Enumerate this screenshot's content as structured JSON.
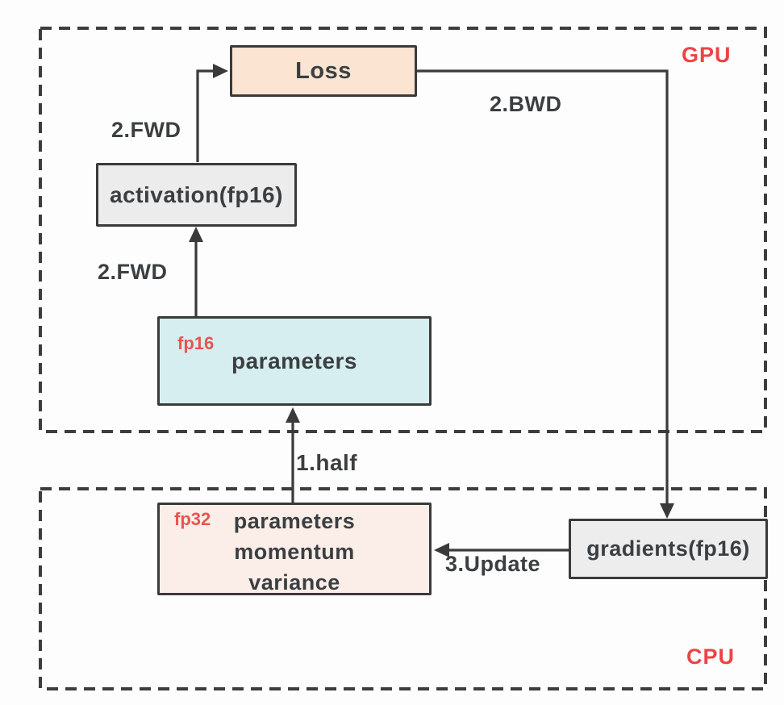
{
  "regions": {
    "gpu": {
      "label": "GPU"
    },
    "cpu": {
      "label": "CPU"
    }
  },
  "nodes": {
    "loss": {
      "label": "Loss"
    },
    "activation": {
      "label": "activation(fp16)"
    },
    "params_fp16": {
      "tag": "fp16",
      "label": "parameters"
    },
    "params_fp32": {
      "tag": "fp32",
      "lines": [
        "parameters",
        "momentum",
        "variance"
      ]
    },
    "gradients": {
      "label": "gradients(fp16)"
    }
  },
  "edges": {
    "fwd_activation_to_loss": {
      "label": "2.FWD"
    },
    "fwd_params_to_activation": {
      "label": "2.FWD"
    },
    "bwd_loss_to_gradients": {
      "label": "2.BWD"
    },
    "half_fp32_to_fp16": {
      "label": "1.half"
    },
    "update_gradients_to_fp32": {
      "label": "3.Update"
    }
  },
  "colors": {
    "region_label_red": "#ed4345",
    "precision_tag_red": "#e85450",
    "loss_fill": "#fbe5d2",
    "activation_fill": "#ebeceb",
    "fp16_fill": "#d7eef0",
    "fp32_fill": "#fbeee8",
    "gradients_fill": "#ededee",
    "line_dark": "#3a3a3a",
    "background": "#fdfdfd"
  }
}
